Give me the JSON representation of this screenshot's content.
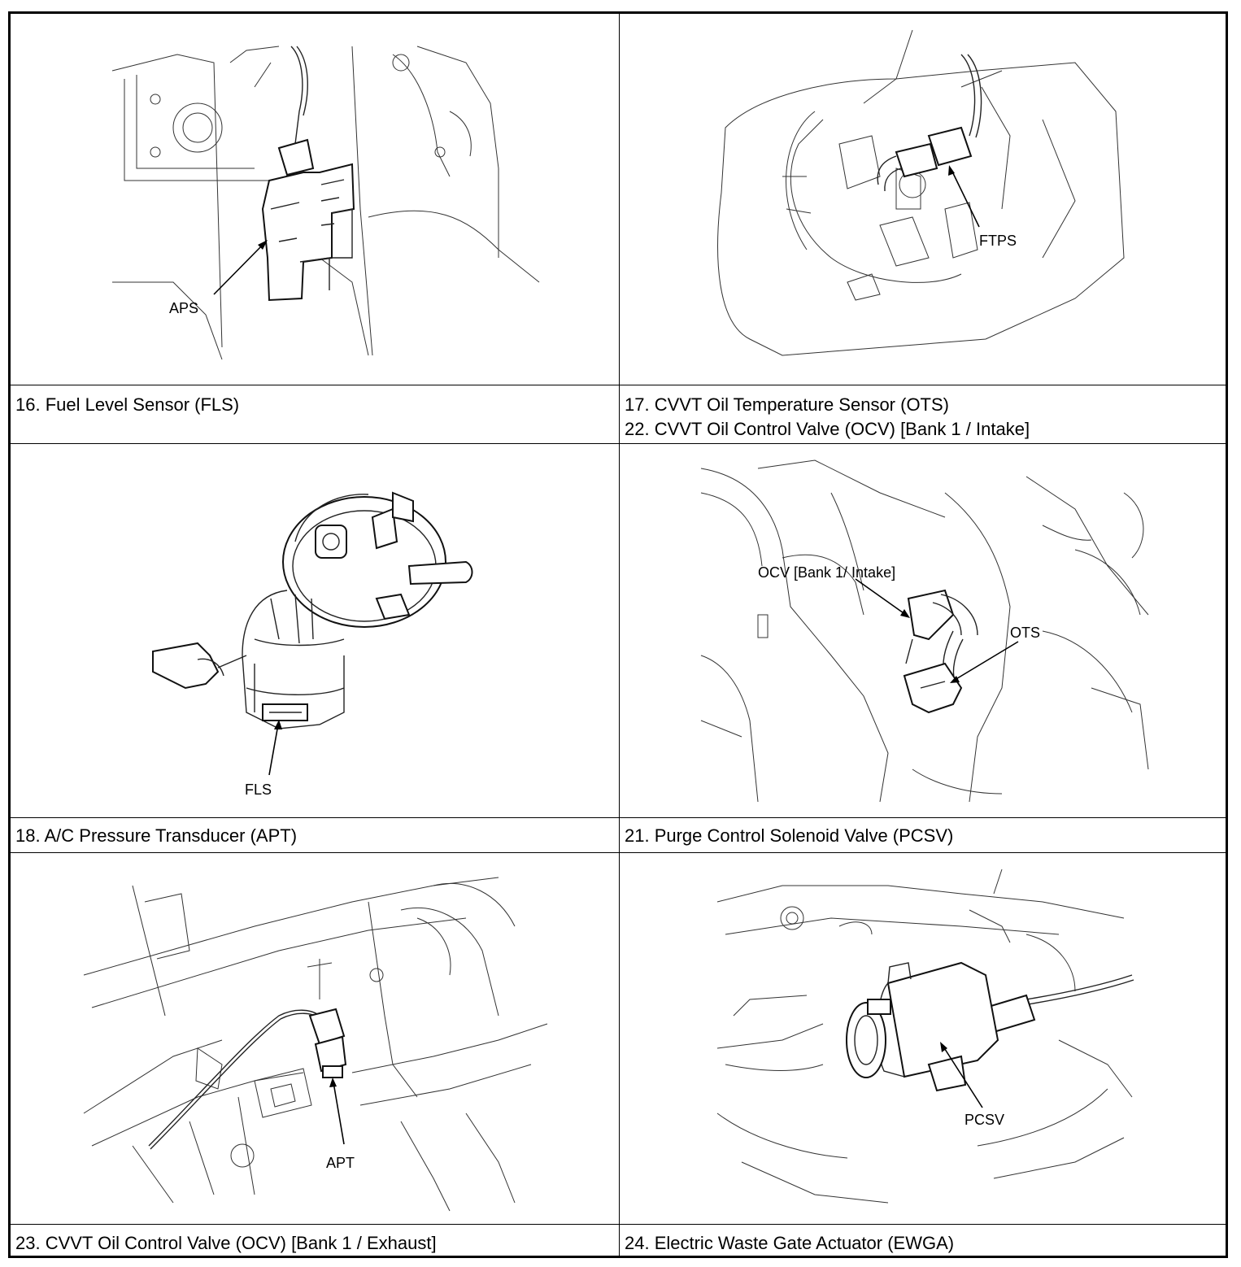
{
  "panels": [
    {
      "caption_lines": [
        "16. Fuel Level Sensor (FLS)"
      ],
      "callouts": [
        "APS"
      ]
    },
    {
      "caption_lines": [
        "17. CVVT Oil Temperature Sensor (OTS)",
        "22. CVVT Oil Control Valve (OCV) [Bank 1 / Intake]"
      ],
      "callouts": [
        "FTPS"
      ]
    },
    {
      "caption_lines": [
        "18. A/C Pressure Transducer (APT)"
      ],
      "callouts": [
        "FLS"
      ]
    },
    {
      "caption_lines": [
        "21. Purge Control Solenoid Valve (PCSV)"
      ],
      "callouts": [
        "OCV [Bank 1/ Intake]",
        "OTS"
      ]
    },
    {
      "caption_lines": [
        "23. CVVT Oil Control Valve (OCV) [Bank 1 / Exhaust]"
      ],
      "callouts": [
        "APT"
      ]
    },
    {
      "caption_lines": [
        "24. Electric Waste Gate Actuator (EWGA)"
      ],
      "callouts": [
        "PCSV"
      ]
    }
  ]
}
